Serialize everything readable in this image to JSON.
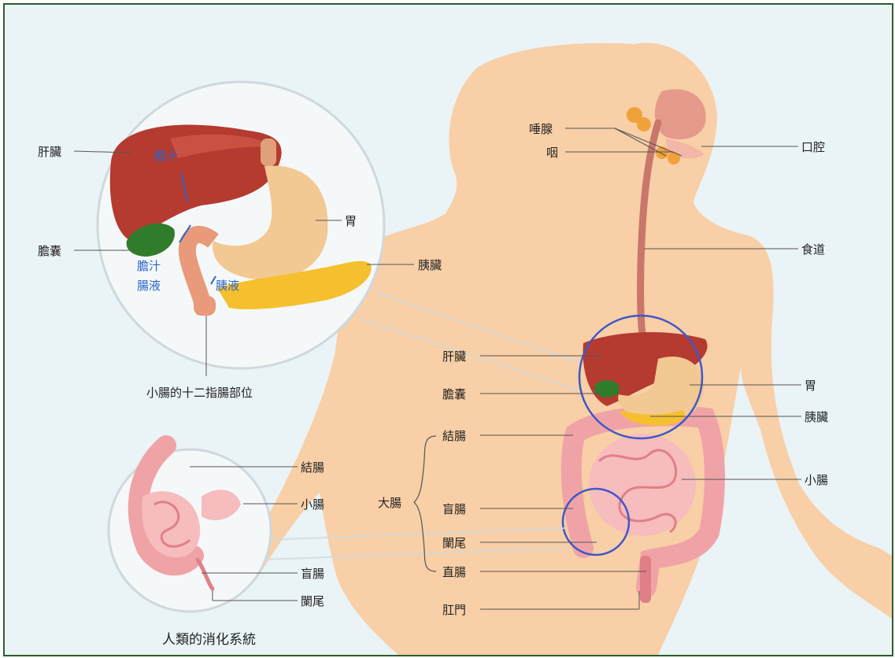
{
  "caption": "人類的消化系統",
  "colors": {
    "background": "#eaf3f6",
    "body": "#f8cfa6",
    "liver": "#b53a2f",
    "stomach": "#f2c893",
    "gallbladder": "#2f7d2a",
    "pancreas": "#f5c02e",
    "intestine": "#f0a3a6",
    "circle_stroke": "#3e58c8",
    "bile_text": "#2a64c8"
  },
  "left_detail": {
    "labels": {
      "liver": "肝臟",
      "gallbladder": "膽囊",
      "stomach": "胃",
      "pancreas": "胰臟",
      "duodenum": "小腸的十二指腸部位"
    },
    "flow_labels": {
      "bile_top": "膽汁",
      "bile_bottom": "膽汁",
      "intestinal_juice": "腸液",
      "pancreatic_juice": "胰液"
    }
  },
  "lower_detail": {
    "labels": {
      "colon": "結腸",
      "small_intestine": "小腸",
      "cecum": "盲腸",
      "appendix": "闌尾"
    }
  },
  "body_labels": {
    "salivary": "唾腺",
    "pharynx": "咽",
    "mouth": "口腔",
    "esophagus": "食道",
    "liver": "肝臟",
    "stomach": "胃",
    "gallbladder": "膽囊",
    "pancreas": "胰臟",
    "colon": "結腸",
    "large_intestine": "大腸",
    "small_intestine": "小腸",
    "cecum": "盲腸",
    "appendix": "闌尾",
    "rectum": "直腸",
    "anus": "肛門"
  }
}
